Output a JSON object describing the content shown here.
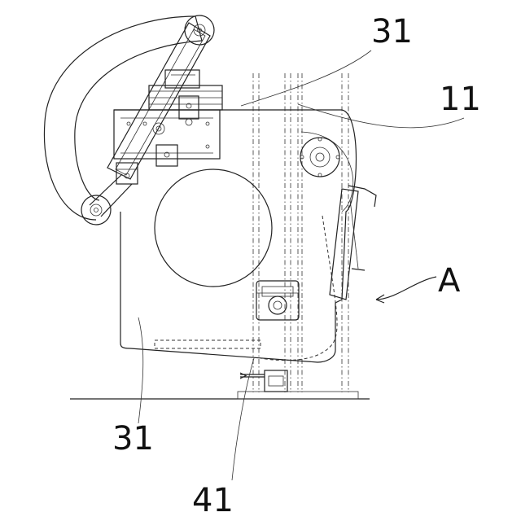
{
  "labels": {
    "top_31": "31",
    "top_11": "11",
    "arrow_a": "A",
    "bottom_31": "31",
    "bottom_41": "41"
  }
}
